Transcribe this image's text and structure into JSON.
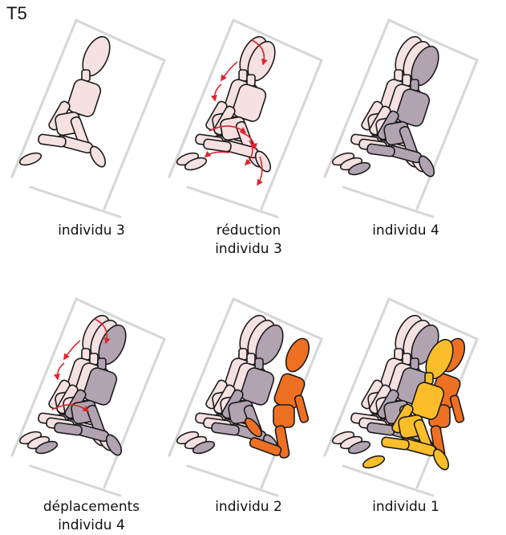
{
  "figure": {
    "title": "T5",
    "panels": [
      {
        "id": "p1",
        "caption_lines": [
          "individu 3"
        ],
        "figures": [
          {
            "pose": "kneel",
            "fill": "pink"
          }
        ]
      },
      {
        "id": "p2",
        "caption_lines": [
          "réduction",
          "individu 3"
        ],
        "figures": [
          {
            "pose": "kneel",
            "fill": "pink"
          },
          {
            "pose": "kneel",
            "fill": "pink",
            "shift": 1
          }
        ],
        "arrows": 8
      },
      {
        "id": "p3",
        "caption_lines": [
          "individu 4"
        ],
        "figures": [
          {
            "pose": "kneel",
            "fill": "pink"
          },
          {
            "pose": "kneel",
            "fill": "pink",
            "shift": 1
          },
          {
            "pose": "kneel",
            "fill": "grey",
            "shift": 2
          }
        ]
      },
      {
        "id": "p4",
        "caption_lines": [
          "déplacements",
          "individu 4"
        ],
        "figures": [
          {
            "pose": "kneel",
            "fill": "pink"
          },
          {
            "pose": "kneel",
            "fill": "pink",
            "shift": 1
          },
          {
            "pose": "kneel",
            "fill": "grey",
            "shift": 2
          }
        ],
        "arrows": 4
      },
      {
        "id": "p5",
        "caption_lines": [
          "individu 2"
        ],
        "figures": [
          {
            "pose": "kneel",
            "fill": "pink"
          },
          {
            "pose": "kneel",
            "fill": "pink",
            "shift": 1
          },
          {
            "pose": "kneel",
            "fill": "grey",
            "shift": 2
          },
          {
            "pose": "upright",
            "fill": "orange"
          }
        ]
      },
      {
        "id": "p6",
        "caption_lines": [
          "individu 1"
        ],
        "figures": [
          {
            "pose": "kneel",
            "fill": "pink"
          },
          {
            "pose": "kneel",
            "fill": "pink",
            "shift": 1
          },
          {
            "pose": "kneel",
            "fill": "grey",
            "shift": 2
          },
          {
            "pose": "upright",
            "fill": "orange"
          },
          {
            "pose": "kneel-front",
            "fill": "yellow"
          }
        ]
      }
    ]
  },
  "colors": {
    "pink": "#f5e1e2",
    "grey": "#b2a3b1",
    "orange": "#ee7023",
    "yellow": "#fbbe2a",
    "outline": "#1a1a1a",
    "frame": "#d6d6d6",
    "arrow": "#e0242d"
  }
}
